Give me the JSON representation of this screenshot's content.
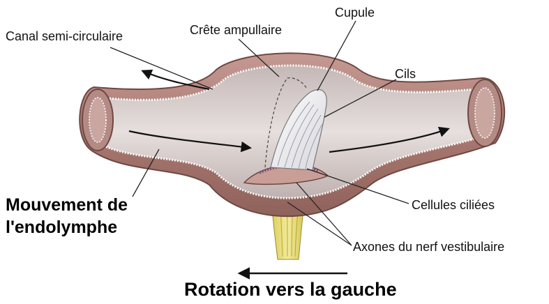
{
  "labels": {
    "canal": "Canal semi-circulaire",
    "crete": "Crête ampullaire",
    "cupule": "Cupule",
    "cils": "Cils",
    "cellules": "Cellules ciliées",
    "axones": "Axones du nerf vestibulaire"
  },
  "headings": {
    "mouvement_line1": "Mouvement de",
    "mouvement_line2": "l'endolymphe",
    "rotation": "Rotation vers la gauche"
  },
  "colors": {
    "outer_wall": "#b98a82",
    "inner_lumen": "#d9d1d0",
    "epithelium": "#efeae8",
    "cupula": "#f4f4f6",
    "nerve": "#e8dd7a",
    "arrow": "#111111"
  }
}
